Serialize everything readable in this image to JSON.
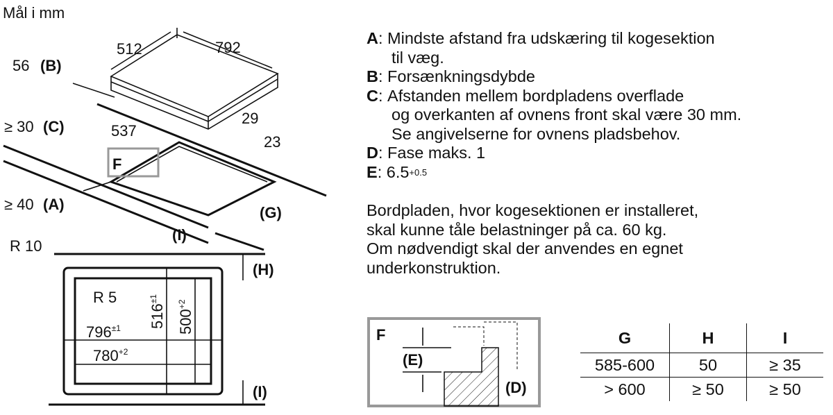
{
  "title": "Mål i mm",
  "diagram": {
    "dim_512": "512",
    "dim_792": "792",
    "dim_56": "56",
    "label_B": "(B)",
    "dim_29": "29",
    "dim_23": "23",
    "dim_537": "537",
    "dim_ge30": "≥ 30",
    "label_C": "(C)",
    "label_F": "F",
    "dim_ge40": "≥ 40",
    "label_A": "(A)",
    "label_G": "(G)",
    "label_I": "(I)",
    "r10": "R 10",
    "r5": "R 5",
    "label_H": "(H)",
    "dim_516": "516",
    "dim_516_tol": "±1",
    "dim_500": "500",
    "dim_500_tol": "+2",
    "dim_796": "796",
    "dim_796_tol": "±1",
    "dim_780": "780",
    "dim_780_tol": "+2",
    "label_I_bottom": "(I)"
  },
  "notes": [
    {
      "key": "A",
      "lines": [
        "Mindste afstand fra udskæring til kogesektion",
        "til væg."
      ]
    },
    {
      "key": "B",
      "lines": [
        "Forsænkningsdybde"
      ]
    },
    {
      "key": "C",
      "lines": [
        "Afstanden mellem bordpladens overflade",
        "og overkanten af ovnens front skal være 30 mm.",
        "Se angivelserne for ovnens pladsbehov."
      ]
    },
    {
      "key": "D",
      "lines": [
        "Fase maks. 1"
      ]
    },
    {
      "key": "E",
      "lines": [
        "6.5"
      ],
      "sup": "+0.5"
    }
  ],
  "paragraph": [
    "Bordpladen, hvor kogesektionen er installeret,",
    "skal kunne tåle belastninger på ca. 60 kg.",
    "Om nødvendigt skal der anvendes en egnet",
    "underkonstruktion."
  ],
  "detail_F": {
    "title": "F",
    "label_E": "(E)",
    "label_D": "(D)"
  },
  "table": {
    "headers": [
      "G",
      "H",
      "I"
    ],
    "rows": [
      [
        "585-600",
        "50",
        "≥ 35"
      ],
      [
        "> 600",
        "≥ 50",
        "≥ 50"
      ]
    ]
  }
}
